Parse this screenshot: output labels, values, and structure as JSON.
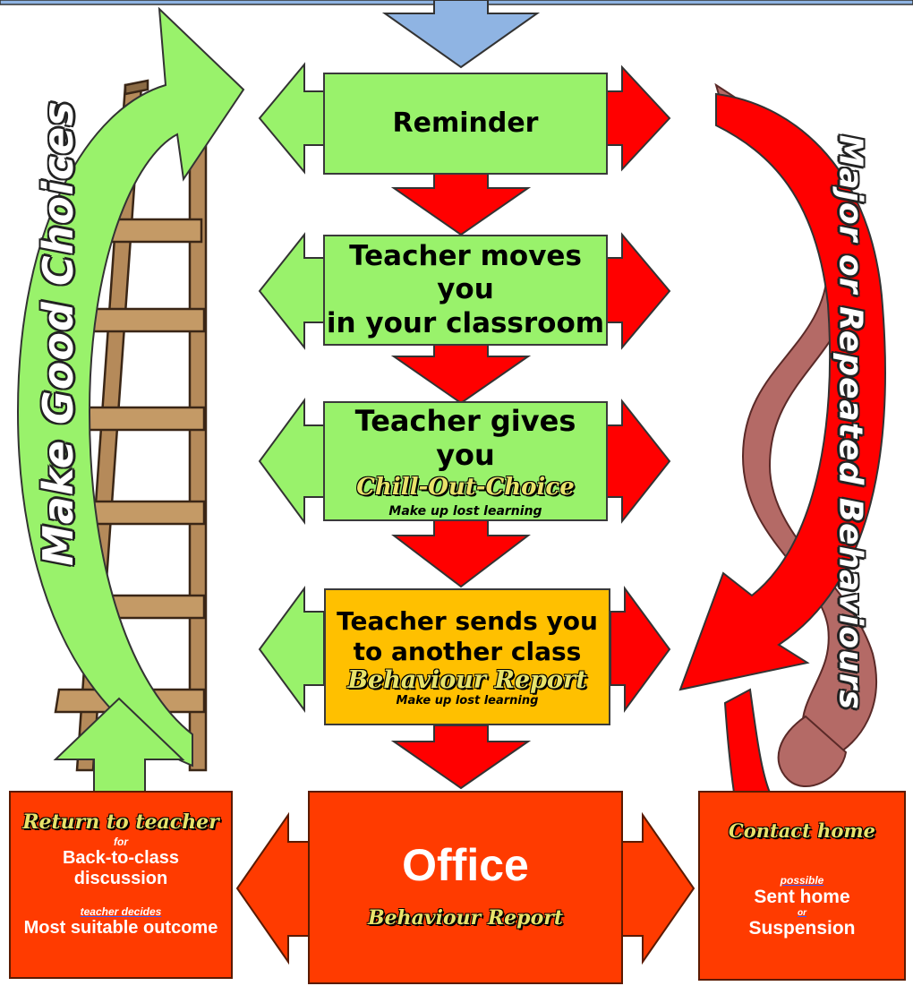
{
  "steps": {
    "reminder": "Reminder",
    "moves_line1": "Teacher moves you",
    "moves_line2": "in your classroom",
    "gives_line1": "Teacher gives you",
    "chill_out": "Chill-Out-Choice",
    "makeup1": "Make up lost learning",
    "sends_line1": "Teacher sends you",
    "sends_line2": "to another class",
    "behaviour_report": "Behaviour Report",
    "makeup2": "Make up lost learning"
  },
  "return_box": {
    "title": "Return to teacher",
    "for": "for",
    "line1": "Back-to-class",
    "line2": "discussion",
    "decides": "teacher decides",
    "outcome": "Most suitable outcome"
  },
  "office_box": {
    "title": "Office",
    "subtitle": "Behaviour Report"
  },
  "contact_box": {
    "title": "Contact home",
    "possible": "possible",
    "sent_home": "Sent home",
    "or": "or",
    "suspension": "Suspension"
  },
  "side_labels": {
    "left": "Make Good Choices",
    "right": "Major or Repeated Behaviours"
  },
  "colors": {
    "green": "#99f26b",
    "red_arrow": "#ff0000",
    "gold": "#ffc000",
    "orange_red": "#ff3b00",
    "blue": "#8fb4e3"
  },
  "icons": [
    "ladder-icon",
    "snake-icon"
  ]
}
